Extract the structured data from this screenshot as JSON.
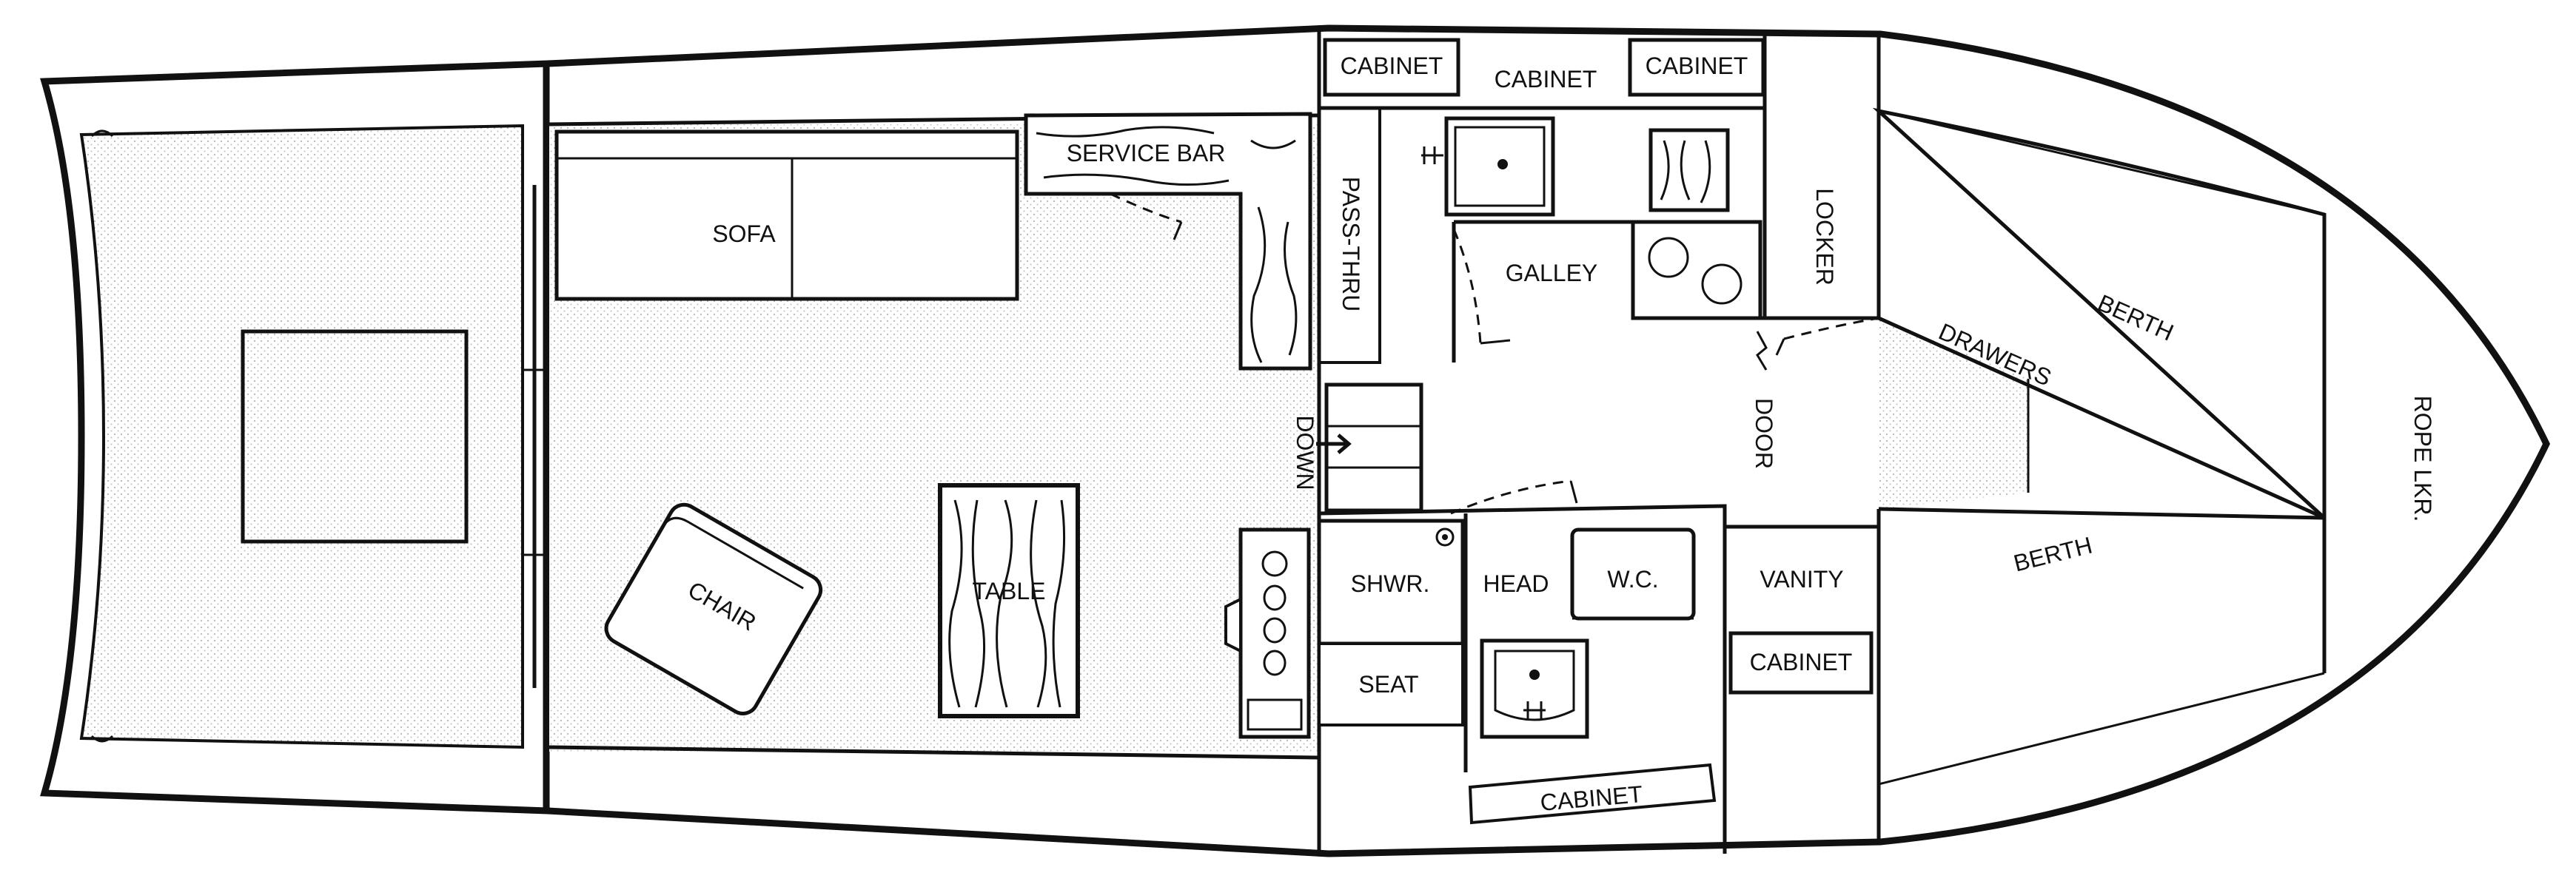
{
  "labels": {
    "cabinet_top_left": "CABINET",
    "cabinet_top_mid": "CABINET",
    "cabinet_top_right": "CABINET",
    "service_bar": "SERVICE BAR",
    "sofa": "SOFA",
    "pass_thru": "PASS-THRU",
    "galley": "GALLEY",
    "locker": "LOCKER",
    "berth_upper": "BERTH",
    "drawers": "DRAWERS",
    "door": "DOOR",
    "rope_locker": "ROPE LKR.",
    "down": "DOWN",
    "chair": "CHAIR",
    "table": "TABLE",
    "shower": "SHWR.",
    "head": "HEAD",
    "wc": "W.C.",
    "vanity": "VANITY",
    "berth_lower": "BERTH",
    "cabinet_vanity": "CABINET",
    "seat": "SEAT",
    "cabinet_bottom": "CABINET"
  }
}
